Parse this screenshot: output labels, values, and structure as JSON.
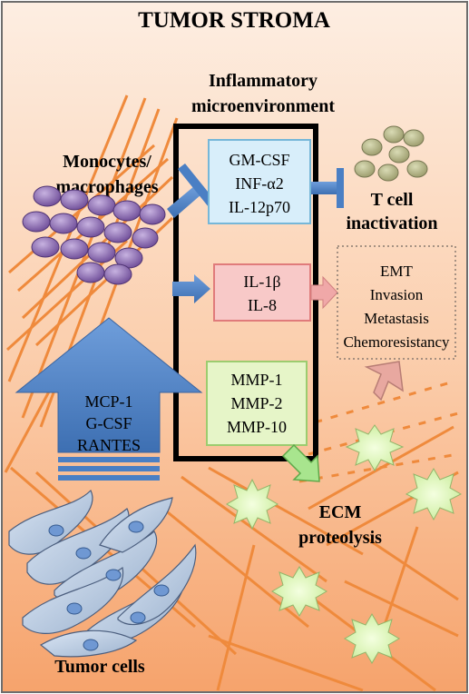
{
  "title": "TUMOR STROMA",
  "inflammatory": {
    "line1": "Inflammatory",
    "line2": "microenvironment"
  },
  "monocytes": {
    "line1": "Monocytes/",
    "line2": "macrophages"
  },
  "tcell": {
    "line1": "T cell",
    "line2": "inactivation"
  },
  "box_green_blue": {
    "lines": [
      "GM-CSF",
      "INF-α2",
      "IL-12p70"
    ]
  },
  "box_pink": {
    "lines": [
      "IL-1β",
      "IL-8"
    ]
  },
  "box_green": {
    "lines": [
      "MMP-1",
      "MMP-2",
      "MMP-10"
    ]
  },
  "effects": {
    "lines": [
      "EMT",
      "Invasion",
      "Metastasis",
      "Chemoresistancy"
    ]
  },
  "big_arrow": {
    "lines": [
      "MCP-1",
      "G-CSF",
      "RANTES"
    ]
  },
  "ecm": {
    "line1": "ECM",
    "line2": "proteolysis"
  },
  "tumor_cells": "Tumor cells",
  "colors": {
    "background_top": "#fde7d6",
    "background_bottom": "#f6a36c",
    "blue_arrow": "#4a7fc4",
    "box1_fill": "#d8eefa",
    "box2_fill": "#f8c9c8",
    "box3_fill": "#e6f5c8",
    "monocyte": "#8c6bb0",
    "tcell": "#b8b98a",
    "fiber": "#ef8a3c"
  }
}
